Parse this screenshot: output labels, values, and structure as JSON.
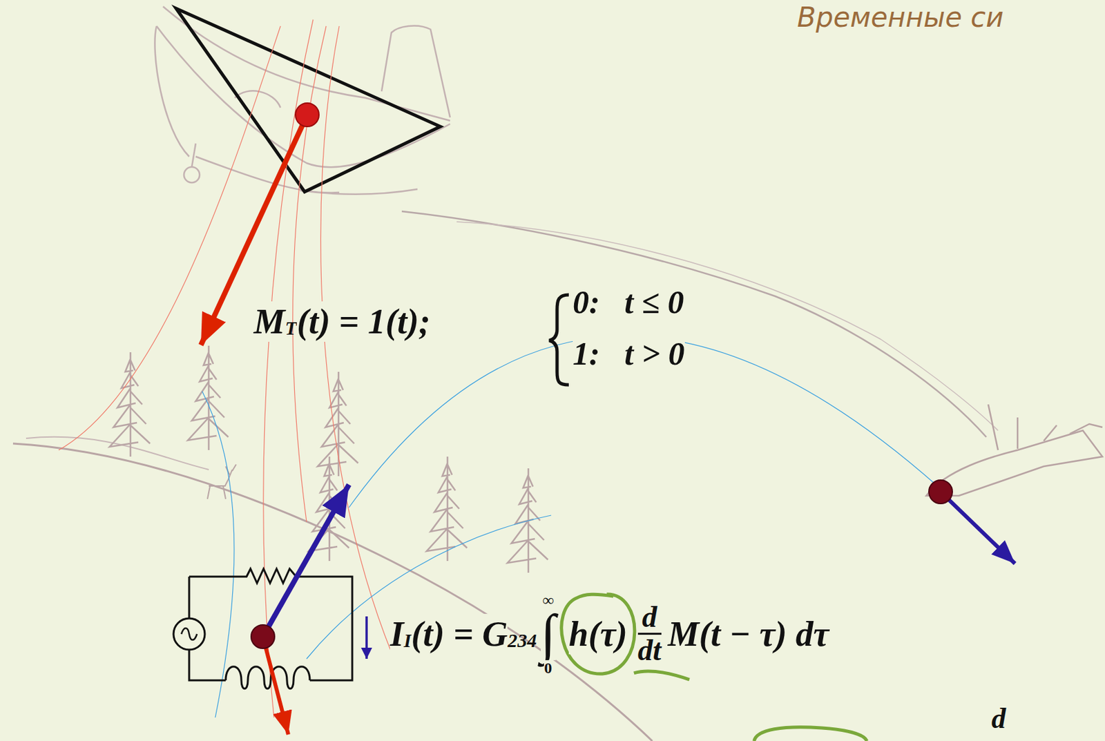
{
  "diagram": {
    "title": "Временные си",
    "labels": [
      "M",
      "T",
      "(t) = 1(t);",
      "0:   t ≤ 0",
      "1:   t > 0",
      "I",
      "I",
      "(t) = G",
      "234",
      "∫",
      "∞",
      "0",
      "h(τ)",
      "d",
      "dt",
      "M(t − τ) dτ",
      "d"
    ]
  }
}
